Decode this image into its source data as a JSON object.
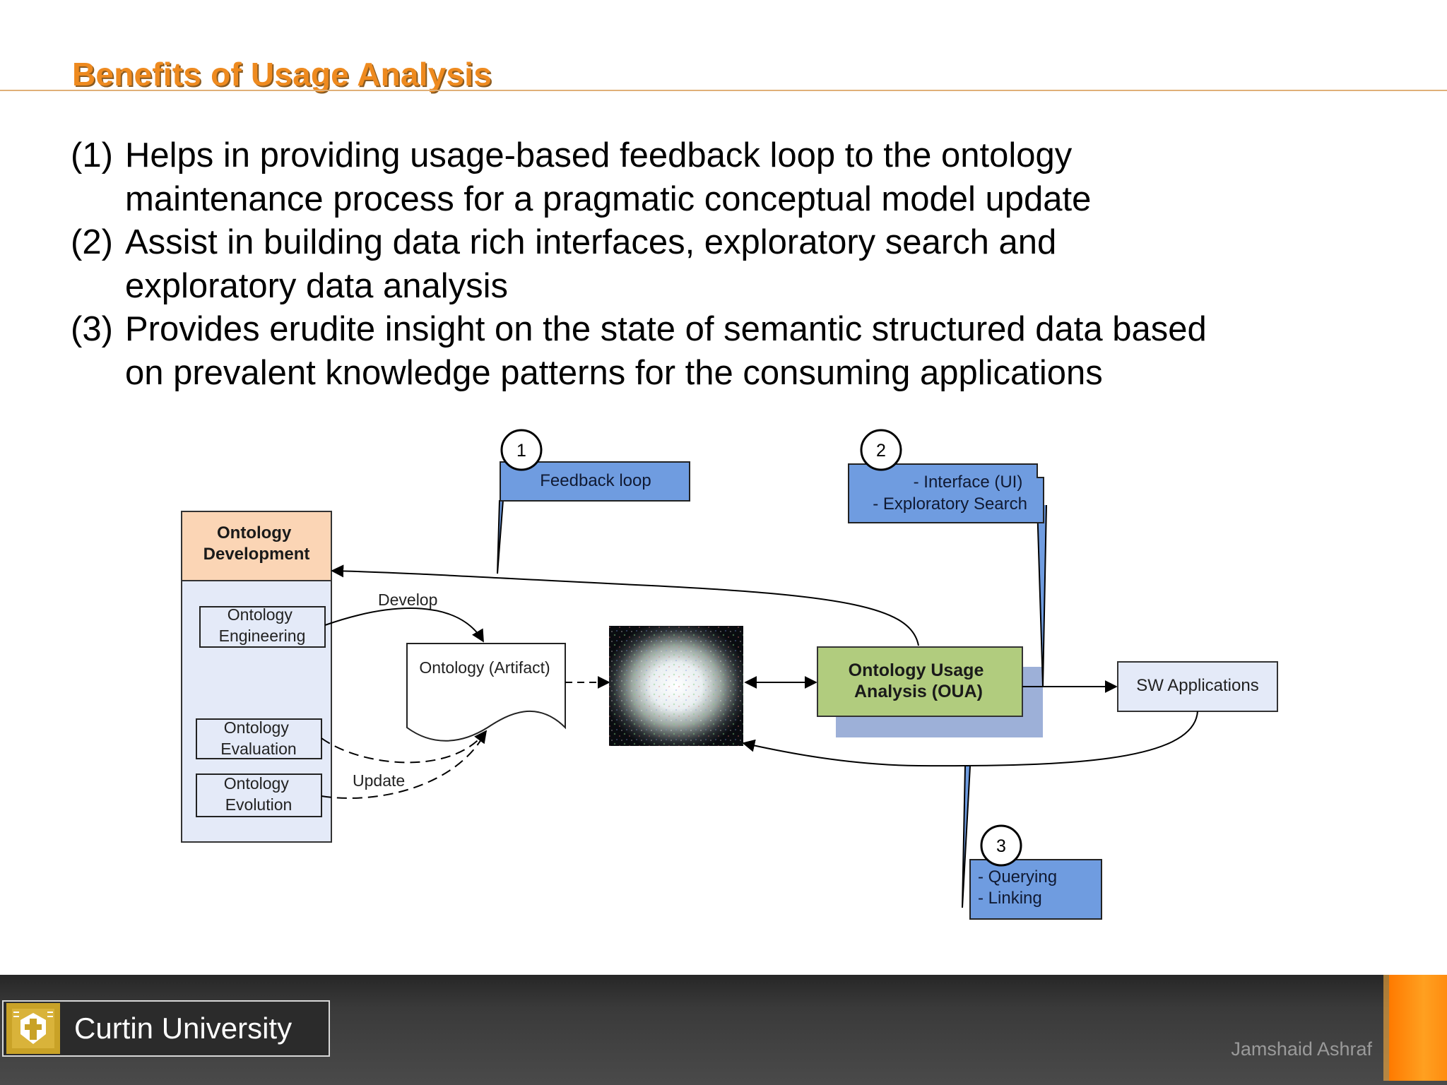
{
  "slide": {
    "title": "Benefits of Usage Analysis",
    "points": [
      {
        "num": "(1)",
        "lines": [
          "Helps in providing usage-based feedback loop to the ontology",
          "maintenance process for a pragmatic conceptual model update"
        ]
      },
      {
        "num": "(2)",
        "lines": [
          "Assist in building data rich interfaces, exploratory search and",
          "exploratory data analysis"
        ]
      },
      {
        "num": "(3)",
        "lines": [
          "Provides erudite insight on the state of semantic structured data based",
          "on prevalent knowledge patterns for the consuming applications"
        ]
      }
    ]
  },
  "diagram": {
    "dev_header": [
      "Ontology",
      "Development"
    ],
    "engineering": [
      "Ontology",
      "Engineering"
    ],
    "evaluation": [
      "Ontology",
      "Evaluation"
    ],
    "evolution": [
      "Ontology",
      "Evolution"
    ],
    "develop_label": "Develop",
    "update_label": "Update",
    "artifact": "Ontology (Artifact)",
    "oua": [
      "Ontology Usage",
      "Analysis (OUA)"
    ],
    "sw_apps": "SW Applications",
    "callout1": {
      "num": "1",
      "lines": [
        "Feedback loop"
      ]
    },
    "callout2": {
      "num": "2",
      "lines": [
        "- Interface (UI)",
        "- Exploratory Search"
      ]
    },
    "callout3": {
      "num": "3",
      "lines": [
        "- Querying",
        "- Linking"
      ]
    },
    "colors": {
      "callout": "#6f9ce0",
      "dev_header": "#fbd5b5",
      "dev_panel": "#e4eaf8",
      "oua": "#b1cc7e",
      "oua_shadow": "#9db0d8",
      "title": "#ee8a1f"
    }
  },
  "footer": {
    "logo_text": "Curtin University",
    "author": "Jamshaid Ashraf"
  }
}
